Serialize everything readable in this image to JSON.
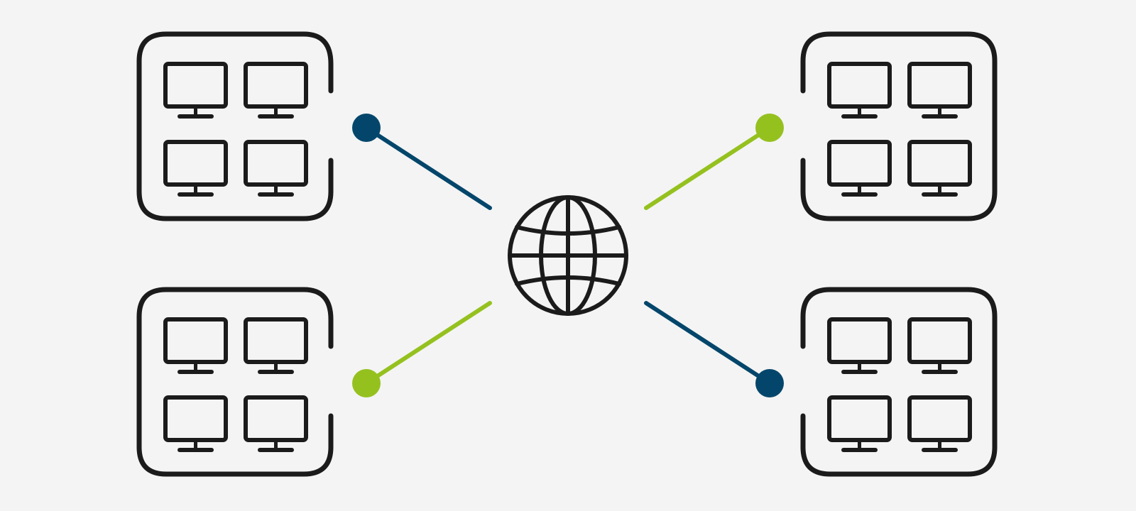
{
  "diagram": {
    "type": "network-topology",
    "hub": {
      "icon": "globe-icon"
    },
    "clusters": [
      {
        "id": "top-left",
        "icon": "monitor-icon",
        "monitor_count": 4
      },
      {
        "id": "bottom-left",
        "icon": "monitor-icon",
        "monitor_count": 4
      },
      {
        "id": "top-right",
        "icon": "monitor-icon",
        "monitor_count": 4
      },
      {
        "id": "bottom-right",
        "icon": "monitor-icon",
        "monitor_count": 4
      }
    ],
    "connectors": [
      {
        "from": "top-left",
        "to": "hub",
        "color": "#04466b"
      },
      {
        "from": "bottom-left",
        "to": "hub",
        "color": "#95c11f"
      },
      {
        "from": "top-right",
        "to": "hub",
        "color": "#95c11f"
      },
      {
        "from": "bottom-right",
        "to": "hub",
        "color": "#04466b"
      }
    ],
    "colors": {
      "background": "#f4f4f4",
      "outline": "#1b1b1b",
      "navy": "#04466b",
      "green": "#95c11f"
    }
  }
}
